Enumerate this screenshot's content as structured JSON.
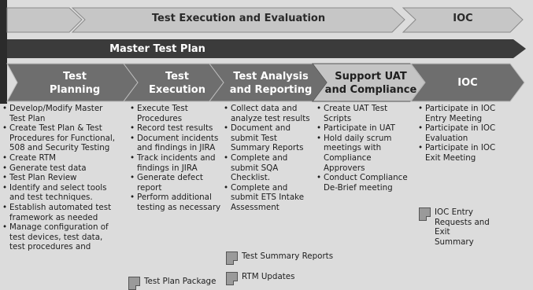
{
  "top_bar": {
    "left_label": "",
    "middle_label": "Test Execution and Evaluation",
    "right_label": "IOC"
  },
  "master_plan": {
    "label": "Master Test Plan"
  },
  "phases": [
    {
      "label": "Test\nPlanning"
    },
    {
      "label": "Test\nExecution"
    },
    {
      "label": "Test Analysis\nand Reporting"
    },
    {
      "label": "Support UAT\nand Compliance"
    },
    {
      "label": "IOC"
    }
  ],
  "columns": {
    "planning": [
      "Develop/Modify Master Test Plan",
      "Create Test Plan & Test Procedures for Functional, 508 and Security Testing",
      "Create RTM",
      "Generate test data",
      "Test Plan Review",
      "Identify and select tools and test techniques.",
      "Establish automated test framework as needed",
      "Manage configuration of test devices, test data, test procedures and"
    ],
    "execution": [
      "Execute Test Procedures",
      "Record test results",
      "Document incidents and findings in JIRA",
      "Track incidents and findings in JIRA",
      "Generate defect report",
      "Perform additional testing as necessary"
    ],
    "analysis": [
      "Collect data and analyze test results",
      "Document and submit Test Summary Reports",
      "Complete and submit SQA Checklist.",
      "Complete and submit ETS Intake Assessment"
    ],
    "uat": [
      "Create UAT Test Scripts",
      "Participate in UAT",
      "Hold daily scrum meetings with Compliance Approvers",
      "Conduct Compliance De-Brief meeting"
    ],
    "ioc": [
      "Participate in IOC Entry Meeting",
      "Participate in IOC Evaluation",
      "Participate in IOC Exit Meeting"
    ]
  },
  "documents": {
    "test_plan_package": "Test Plan Package",
    "test_summary_reports": "Test Summary Reports",
    "rtm_updates": "RTM Updates",
    "ioc_entry": "IOC Entry Requests and Exit Summary"
  },
  "colors": {
    "phase_fill": "#6e6e6e",
    "master_bar": "#3b3b3b",
    "top_bar": "#c4c4c4",
    "background": "#dcdcdc"
  }
}
